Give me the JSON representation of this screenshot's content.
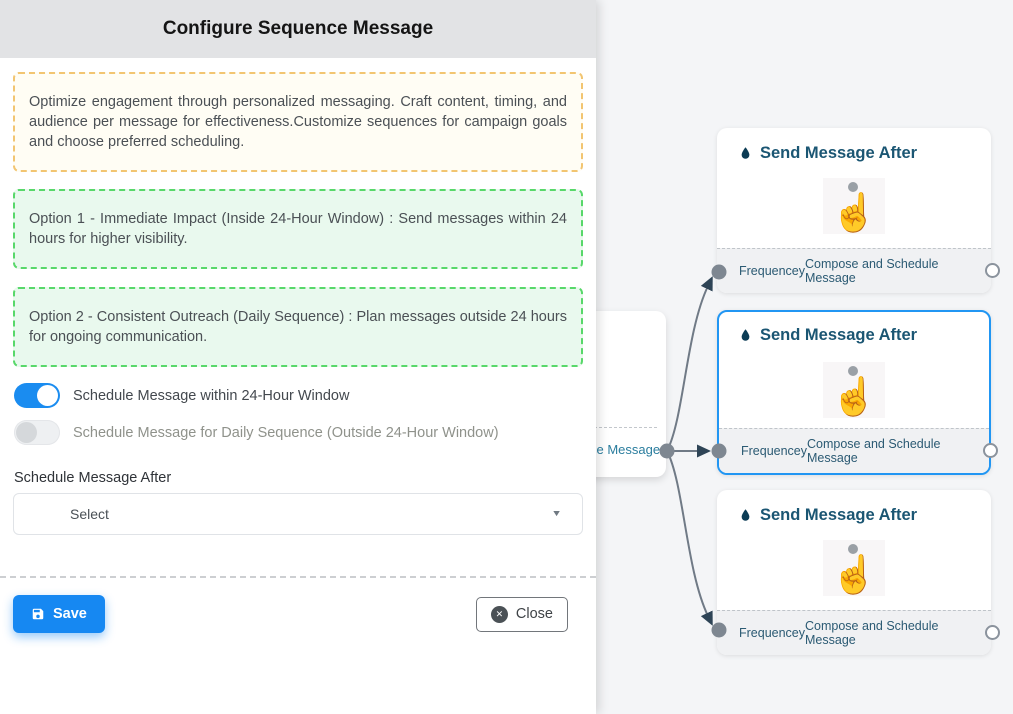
{
  "panel": {
    "title": "Configure Sequence Message",
    "intro_note": "Optimize engagement through personalized messaging. Craft content, timing, and audience per message for effectiveness.Customize sequences for campaign goals and choose preferred scheduling.",
    "option1_note": "Option 1 - Immediate Impact (Inside 24-Hour Window) : Send messages within 24 hours for higher visibility.",
    "option2_note": "Option 2 - Consistent Outreach (Daily Sequence) : Plan messages outside 24 hours for ongoing communication.",
    "toggles": [
      {
        "label": "Schedule Message within 24-Hour Window",
        "state": "on"
      },
      {
        "label": "Schedule Message for Daily Sequence (Outside 24-Hour Window)",
        "state": "off"
      }
    ],
    "schedule_after": {
      "label": "Schedule Message After",
      "value": "Select"
    },
    "actions": {
      "save": "Save",
      "close": "Close"
    }
  },
  "canvas": {
    "source_node": {
      "visible_label": "ce Message"
    },
    "nodes": [
      {
        "title": "Send Message After",
        "input_port_label": "Frequencey",
        "output_port_label": "Compose and Schedule Message",
        "selected": false
      },
      {
        "title": "Send Message After",
        "input_port_label": "Frequencey",
        "output_port_label": "Compose and Schedule Message",
        "selected": true
      },
      {
        "title": "Send Message After",
        "input_port_label": "Frequencey",
        "output_port_label": "Compose and Schedule Message",
        "selected": false
      }
    ]
  },
  "icons": {
    "node_title": "water-drop-icon",
    "node_body": "tap-hand-icon",
    "tap_hand_glyph": "☝",
    "save": "floppy-disk-icon",
    "close": "circle-x-icon",
    "close_glyph": "✕",
    "select_caret_glyph": "▼"
  },
  "colors": {
    "accent_blue": "#1a8cf0",
    "save_blue": "#1688f2",
    "selected_node_border": "#2196f3",
    "warning_border": "#f2c571",
    "success_border": "#58d86a",
    "node_title_text": "#1b5673",
    "edge_gray": "#707a86",
    "panel_header_bg": "#e2e3e5"
  }
}
